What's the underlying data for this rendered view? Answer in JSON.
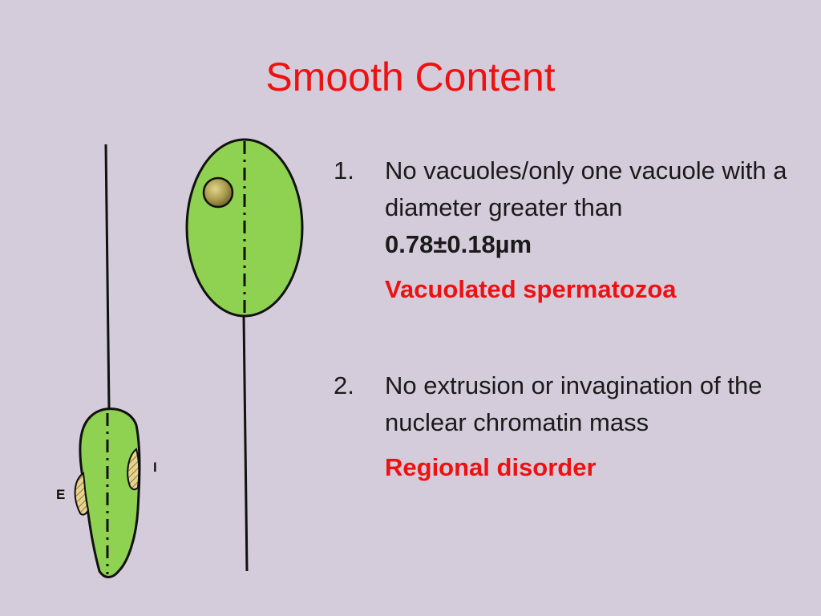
{
  "slide": {
    "title": "Smooth Content"
  },
  "figure": {
    "label_e": "E",
    "label_i": "I",
    "colors": {
      "cell_fill": "#8fd151",
      "outline": "#111111",
      "vacuole": "#a89a4c",
      "hatch": "#d4b86a"
    }
  },
  "points": [
    {
      "number": "1.",
      "text": "No vacuoles/only one vacuole with a diameter greater than",
      "measure": "0.78±0.18µm",
      "label": "Vacuolated spermatozoa"
    },
    {
      "number": "2.",
      "text": "No extrusion or invagination of the nuclear chromatin mass",
      "label": "Regional disorder"
    }
  ]
}
